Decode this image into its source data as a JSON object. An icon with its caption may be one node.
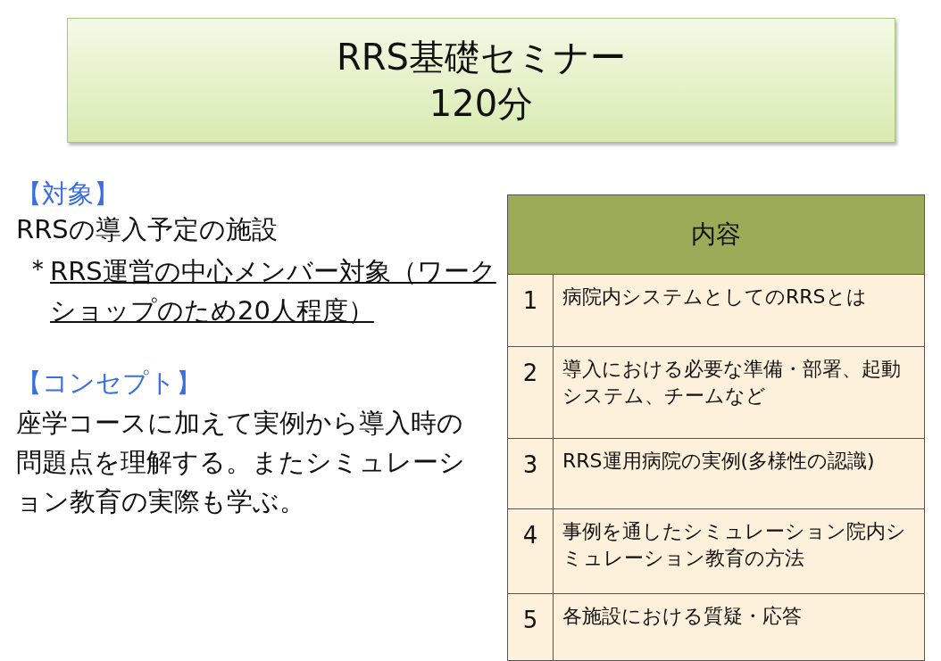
{
  "diagram": {
    "nodes": [
      {
        "text": [
          "RRS基礎セミナー",
          "120分"
        ]
      }
    ],
    "labels": [
      "【対象】",
      "RRSの導入予定の施設",
      "＊",
      "RRS運営の中心メンバー対象（ワークショップのため20人程度）",
      "【コンセプト】",
      "座学コースに加えて実例から導入時の問題点を理解する。またシミュレーション教育の実際も学ぶ。",
      "内容",
      "1",
      "病院内システムとしてのRRSとは",
      "2",
      "導入における必要な準備・部署、起動システム、チームなど",
      "3",
      "RRS運用病院の実例(多様性の認識)",
      "4",
      "事例を通したシミュレーション院内シミュレーション教育の方法",
      "5",
      "各施設における質疑・応答"
    ]
  }
}
